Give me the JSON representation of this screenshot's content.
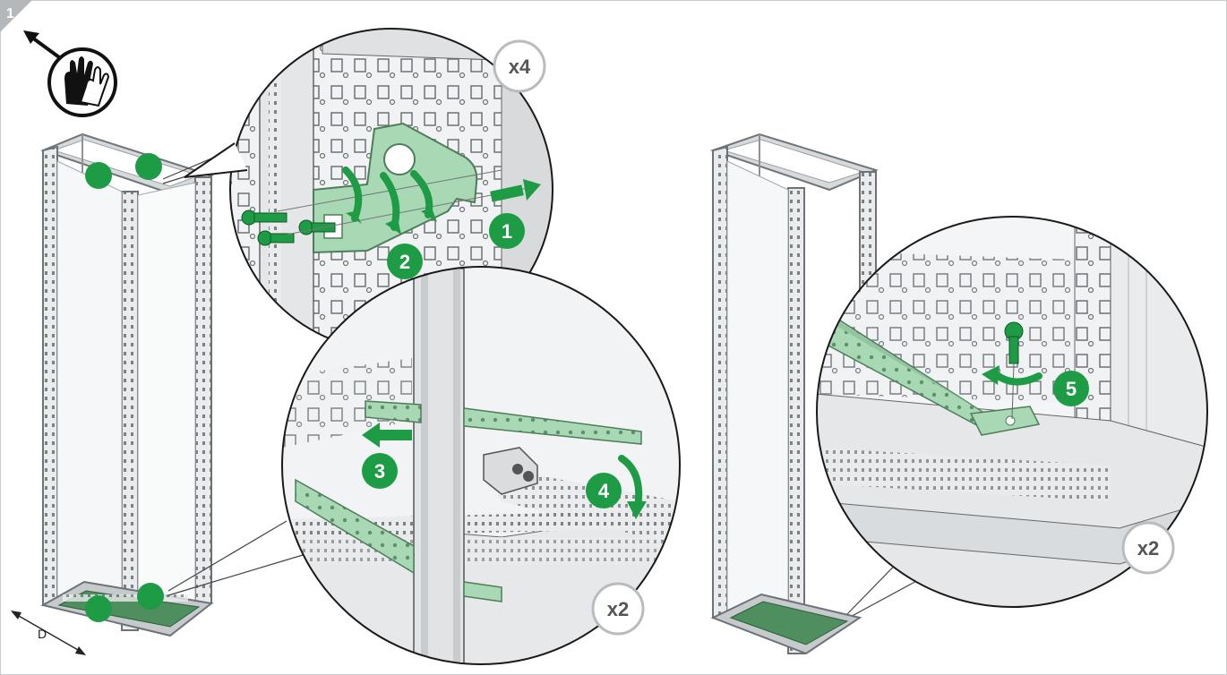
{
  "step_number": "1",
  "multiplier_top": "x4",
  "multiplier_mid": "x2",
  "multiplier_right": "x2",
  "dimension_label": "D",
  "callouts": [
    "1",
    "2",
    "3",
    "4",
    "5"
  ],
  "colors": {
    "accent_green": "#1e9b45",
    "part_green": "#a9d8b4",
    "frame_gray": "#8a8f94",
    "circle_border": "#b9bcbf"
  },
  "icons": [
    "gloves-icon",
    "arrow-up-left-icon"
  ]
}
